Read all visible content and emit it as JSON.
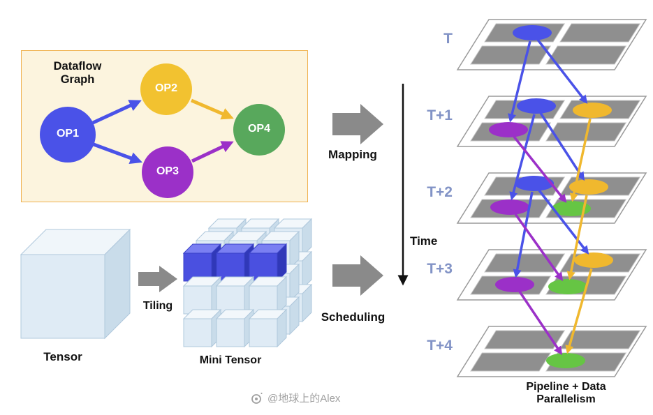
{
  "palette": {
    "blue": "#4A52E8",
    "yellow": "#F0B82E",
    "purple": "#9B30C8",
    "green": "#66C544",
    "op_green": "#58A85C",
    "gray_arrow": "#8A8A8A",
    "layer_label": "#8293C6"
  },
  "dataflow": {
    "title": "Dataflow\nGraph",
    "nodes": [
      {
        "label": "OP1",
        "color": "#4A52E8"
      },
      {
        "label": "OP2",
        "color": "#F2C230"
      },
      {
        "label": "OP3",
        "color": "#9B30C8"
      },
      {
        "label": "OP4",
        "color": "#58A85C"
      }
    ],
    "edges": [
      {
        "from": "OP1",
        "to": "OP2",
        "color": "#4A52E8"
      },
      {
        "from": "OP1",
        "to": "OP3",
        "color": "#4A52E8"
      },
      {
        "from": "OP2",
        "to": "OP4",
        "color": "#F0B82E"
      },
      {
        "from": "OP3",
        "to": "OP4",
        "color": "#9B30C8"
      }
    ]
  },
  "tensor": {
    "label": "Tensor"
  },
  "tiling": {
    "label": "Tiling"
  },
  "mini_tensor": {
    "label": "Mini Tensor"
  },
  "mapping": {
    "label": "Mapping"
  },
  "scheduling": {
    "label": "Scheduling"
  },
  "time_axis": {
    "label": "Time"
  },
  "timeline": {
    "layers": [
      {
        "label": "T",
        "ops": [
          "OP1"
        ]
      },
      {
        "label": "T+1",
        "ops": [
          "OP1",
          "OP2",
          "OP3"
        ]
      },
      {
        "label": "T+2",
        "ops": [
          "OP1",
          "OP2",
          "OP3",
          "OP4"
        ]
      },
      {
        "label": "T+3",
        "ops": [
          "OP2",
          "OP3",
          "OP4"
        ]
      },
      {
        "label": "T+4",
        "ops": [
          "OP4"
        ]
      }
    ],
    "caption": "Pipeline + Data\nParallelism"
  },
  "watermark": {
    "text": "@地球上的Alex"
  }
}
